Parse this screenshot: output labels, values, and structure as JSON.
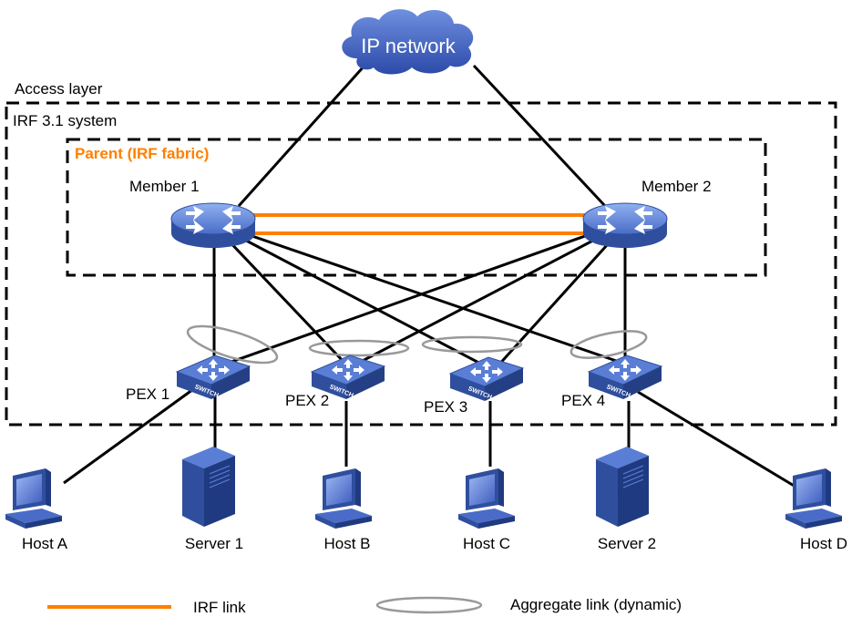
{
  "cloud_label": "IP network",
  "zones": {
    "access_layer": "Access layer",
    "irf_system": "IRF 3.1 system",
    "parent": "Parent (IRF fabric)"
  },
  "members": [
    "Member 1",
    "Member 2"
  ],
  "pex": [
    "PEX 1",
    "PEX 2",
    "PEX 3",
    "PEX 4"
  ],
  "switch_badge": "SWITCH",
  "endpoints": [
    "Host A",
    "Server 1",
    "Host B",
    "Host C",
    "Server 2",
    "Host D"
  ],
  "legend": {
    "irf_link": "IRF link",
    "aggregate_link": "Aggregate link (dynamic)"
  },
  "colors": {
    "irf_link": "#ff7f00",
    "parent_label": "#ff7f00",
    "device_blue": "#3a5fb5",
    "aggregate_ring": "#999999"
  }
}
